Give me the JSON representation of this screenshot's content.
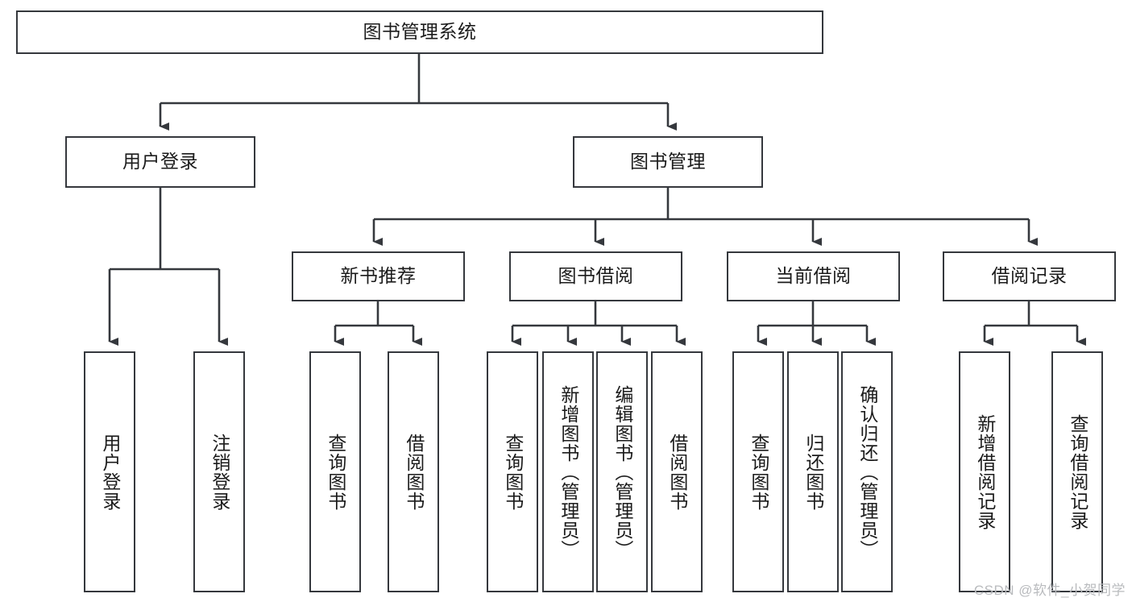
{
  "diagram": {
    "title": "图书管理系统",
    "watermark": "CSDN @软件_小贺同学",
    "stroke_color": "#35383d",
    "fill_color": "#ffffff",
    "text_color": "#1b1b1b",
    "watermark_color": "#b9bbbe",
    "levels": {
      "root": {
        "label": "图书管理系统"
      },
      "level2": [
        {
          "label": "用户登录"
        },
        {
          "label": "图书管理"
        }
      ],
      "level3": [
        {
          "label": "新书推荐"
        },
        {
          "label": "图书借阅"
        },
        {
          "label": "当前借阅"
        },
        {
          "label": "借阅记录"
        }
      ],
      "leaves": {
        "user_login": [
          {
            "label": "用户登录"
          },
          {
            "label": "注销登录"
          }
        ],
        "new_book_recommend": [
          {
            "label": "查询图书"
          },
          {
            "label": "借阅图书"
          }
        ],
        "book_borrow": [
          {
            "label": "查询图书"
          },
          {
            "label": "新增图书（管理员）"
          },
          {
            "label": "编辑图书（管理员）"
          },
          {
            "label": "借阅图书"
          }
        ],
        "current_borrow": [
          {
            "label": "查询图书"
          },
          {
            "label": "归还图书"
          },
          {
            "label": "确认归还（管理员）"
          }
        ],
        "borrow_record": [
          {
            "label": "新增借阅记录"
          },
          {
            "label": "查询借阅记录"
          }
        ]
      }
    }
  }
}
